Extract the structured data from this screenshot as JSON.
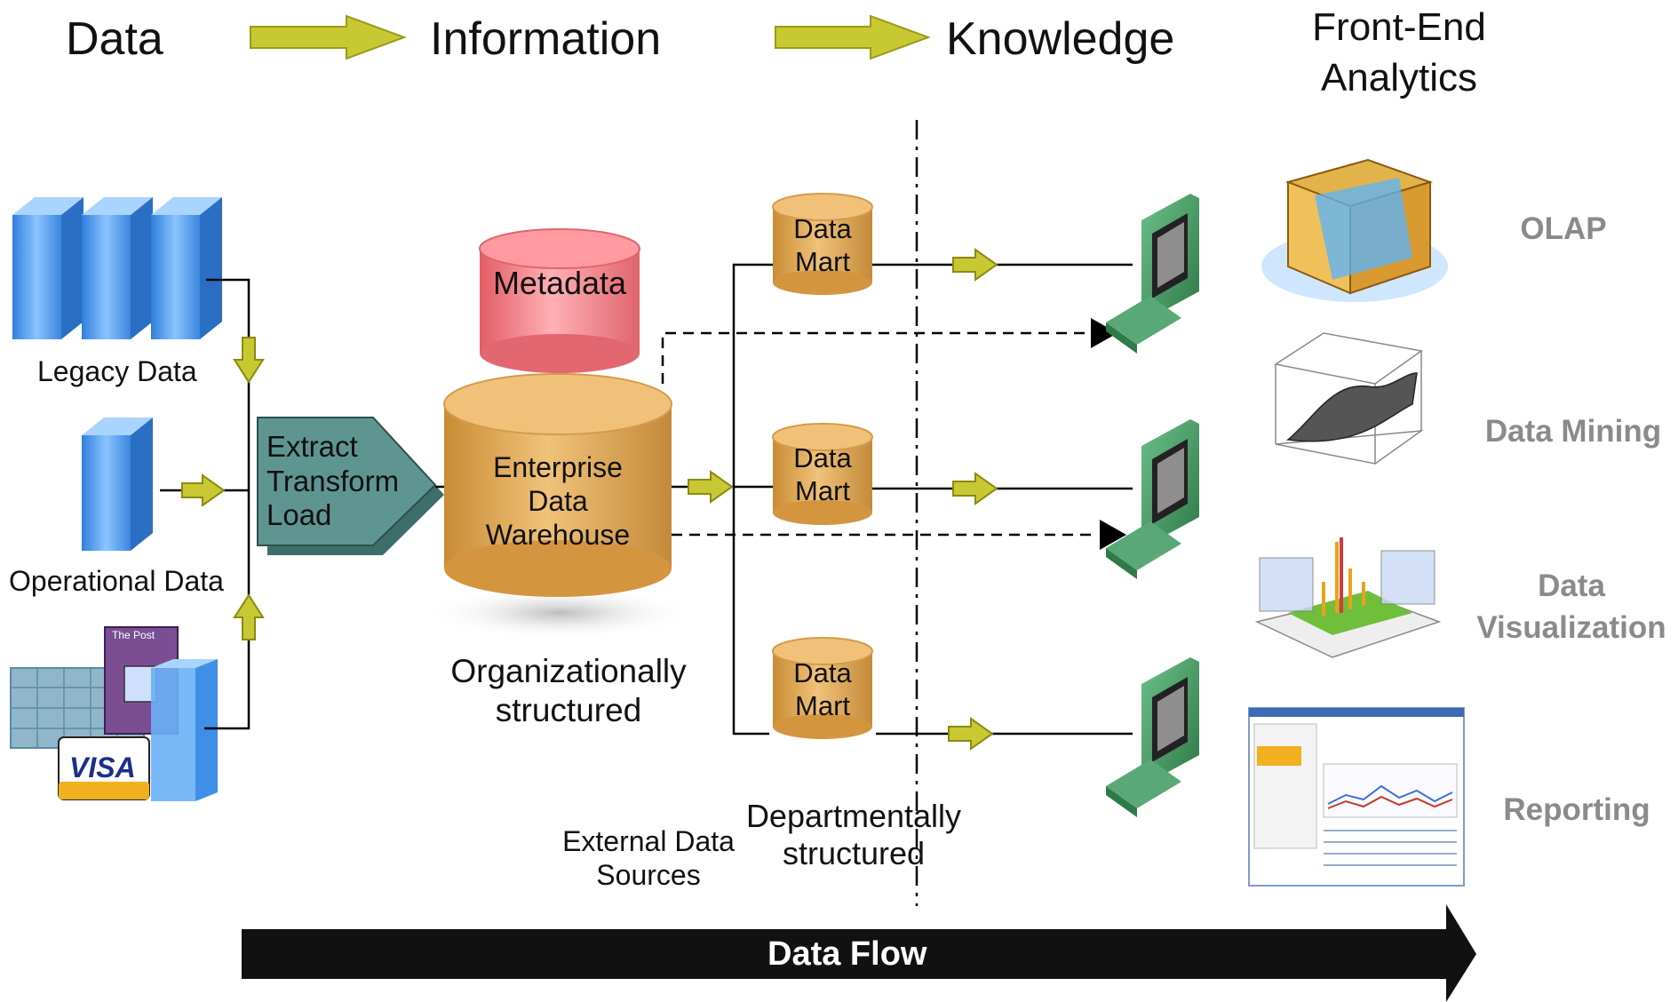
{
  "header": {
    "stage_data": "Data",
    "stage_information": "Information",
    "stage_knowledge": "Knowledge",
    "stage_frontend": "Front-End\nAnalytics"
  },
  "sources": {
    "legacy": "Legacy Data",
    "operational": "Operational Data",
    "card_label": "VISA",
    "doc_caption": "The Post"
  },
  "etl": {
    "label": "Extract\nTransform\nLoad"
  },
  "warehouse": {
    "metadata": "Metadata",
    "edw": "Enterprise\nData\nWarehouse",
    "org_caption": "Organizationally\nstructured"
  },
  "marts": [
    {
      "label": "Data\nMart"
    },
    {
      "label": "Data\nMart"
    },
    {
      "label": "Data\nMart"
    }
  ],
  "captions": {
    "external": "External Data\nSources",
    "departmental": "Departmentally\nstructured"
  },
  "tools": [
    {
      "label": "OLAP"
    },
    {
      "label": "Data Mining"
    },
    {
      "label": "Data\nVisualization"
    },
    {
      "label": "Reporting"
    }
  ],
  "flow": {
    "label": "Data Flow"
  },
  "colors": {
    "arrow_yellow": "#c8c832",
    "etl_teal": "#5f9590",
    "cylinder_orange": "#e2aa55",
    "metadata_pink": "#ef7e85",
    "server_blue": "#3f8fe6",
    "computer_green": "#4a9a63",
    "tool_gray": "#8a8a8a",
    "flow_black": "#111111"
  }
}
